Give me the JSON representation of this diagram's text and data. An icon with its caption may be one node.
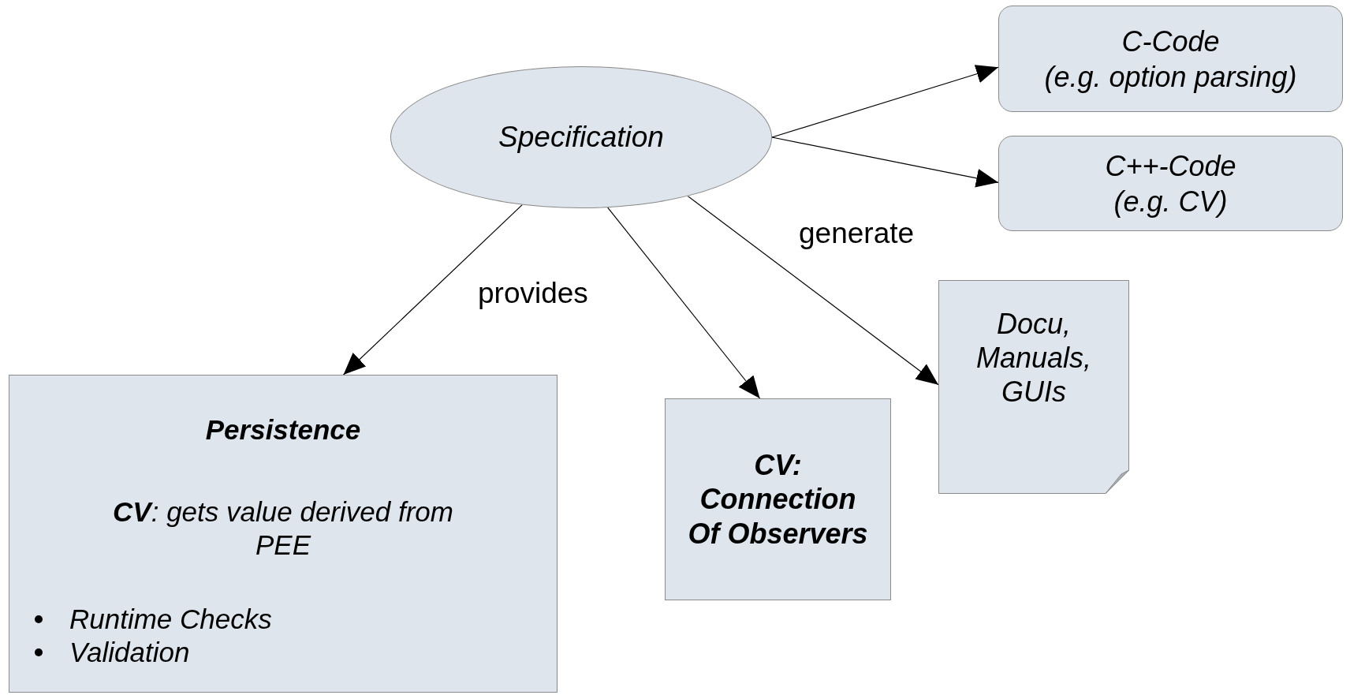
{
  "diagram": {
    "nodes": [
      {
        "text": [
          "Specification"
        ]
      },
      {
        "text": [
          "C-Code",
          "(e.g. option parsing)"
        ]
      },
      {
        "text": [
          "C++-Code",
          "(e.g. CV)"
        ]
      },
      {
        "text": [
          "Docu, Manuals, GUIs"
        ]
      },
      {
        "text": [
          "Persistence",
          "**CV**: gets value derived from PEE",
          "Runtime Checks",
          "Validation"
        ]
      },
      {
        "text": [
          "CV: Connection Of Observers"
        ]
      }
    ],
    "edges": [
      {
        "from": 0,
        "to": 1,
        "arrow": "to"
      },
      {
        "from": 0,
        "to": 2,
        "arrow": "to"
      },
      {
        "from": 0,
        "to": 3,
        "arrow": "to"
      },
      {
        "from": 0,
        "to": 5,
        "arrow": "to"
      },
      {
        "from": 0,
        "to": 4,
        "arrow": "to"
      }
    ],
    "labels": [
      "generate",
      "provides"
    ]
  }
}
